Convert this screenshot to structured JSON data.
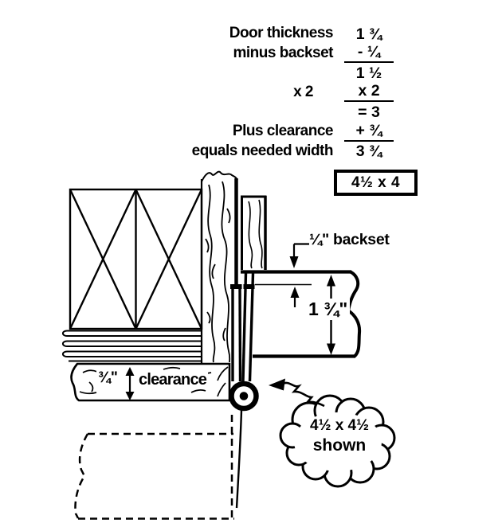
{
  "colors": {
    "ink": "#000000",
    "paper": "#ffffff"
  },
  "calc": {
    "rows": [
      {
        "label": "Door thickness",
        "value": "1 ¾"
      },
      {
        "label": "minus backset",
        "value": "- ¼"
      },
      {
        "label": "",
        "value": "1 ½"
      },
      {
        "label": "x 2",
        "value": "x 2"
      },
      {
        "label": "",
        "value": "= 3"
      },
      {
        "label": "Plus clearance",
        "value": "+ ¾"
      },
      {
        "label": "equals needed width",
        "value": "3 ¾"
      }
    ]
  },
  "result_box": {
    "label": "4½ x 4"
  },
  "diagram": {
    "backset_label": "¼\" backset",
    "door_thickness_label": "1 ¾\"",
    "clearance_value": "¾\"",
    "clearance_word": "clearance",
    "cloud_line1": "4½ x 4½",
    "cloud_line2": "shown"
  }
}
